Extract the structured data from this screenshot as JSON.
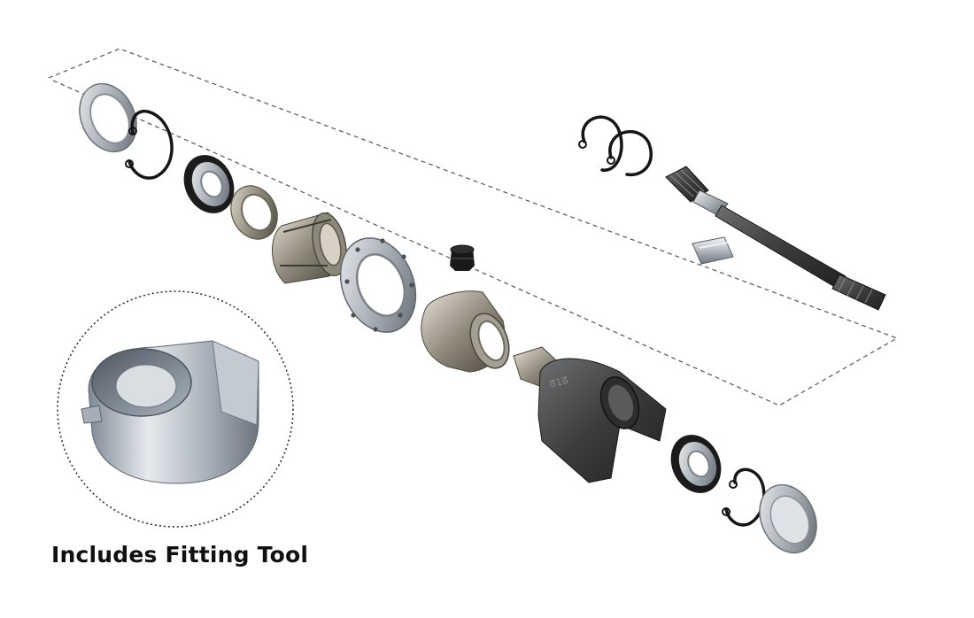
{
  "caption": "Includes Fitting Tool",
  "colors": {
    "background": "#ffffff",
    "steel_light": "#d9dde2",
    "steel_mid": "#9aa1a8",
    "steel_dark": "#4a4f55",
    "shaft_dark": "#3a3a3a",
    "rubber": "#1a1a1a",
    "dashed_outline": "#555555"
  },
  "parts": [
    "thrust-washer-left",
    "circlip-left",
    "ball-bearing-left",
    "spacer-ring",
    "bearing-housing",
    "mounting-flange",
    "breather-plug",
    "bearing-carrier",
    "yoke",
    "ball-bearing-right",
    "circlip-right",
    "thrust-washer-right",
    "circlip-pair-top",
    "splined-shaft",
    "woodruff-key",
    "fitting-tool"
  ]
}
